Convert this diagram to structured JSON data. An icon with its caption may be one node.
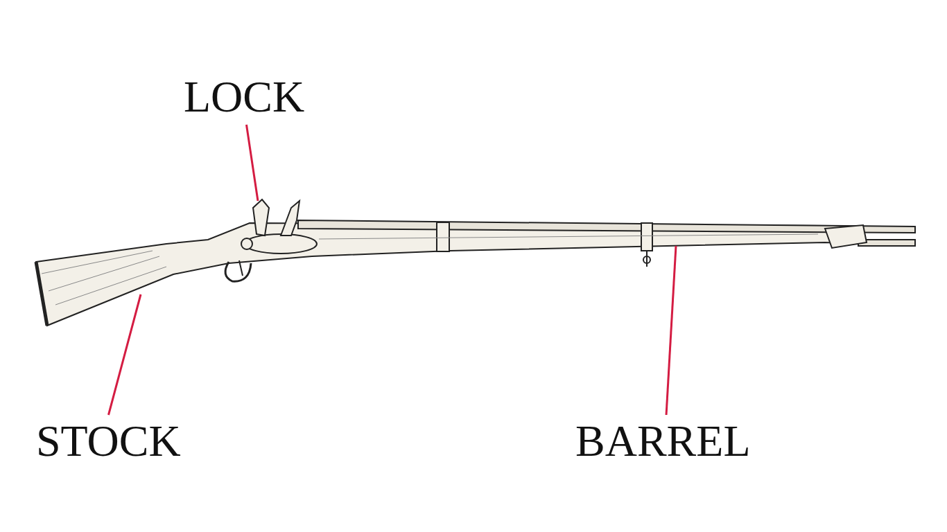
{
  "diagram": {
    "nodes": [
      {
        "text": [
          "LOCK"
        ]
      },
      {
        "text": [
          "STOCK"
        ]
      },
      {
        "text": [
          "BARREL"
        ]
      }
    ],
    "edges": [
      {
        "from": 0,
        "to": null,
        "arrow": "none"
      },
      {
        "from": 1,
        "to": null,
        "arrow": "none"
      },
      {
        "from": 2,
        "to": null,
        "arrow": "none"
      }
    ]
  }
}
